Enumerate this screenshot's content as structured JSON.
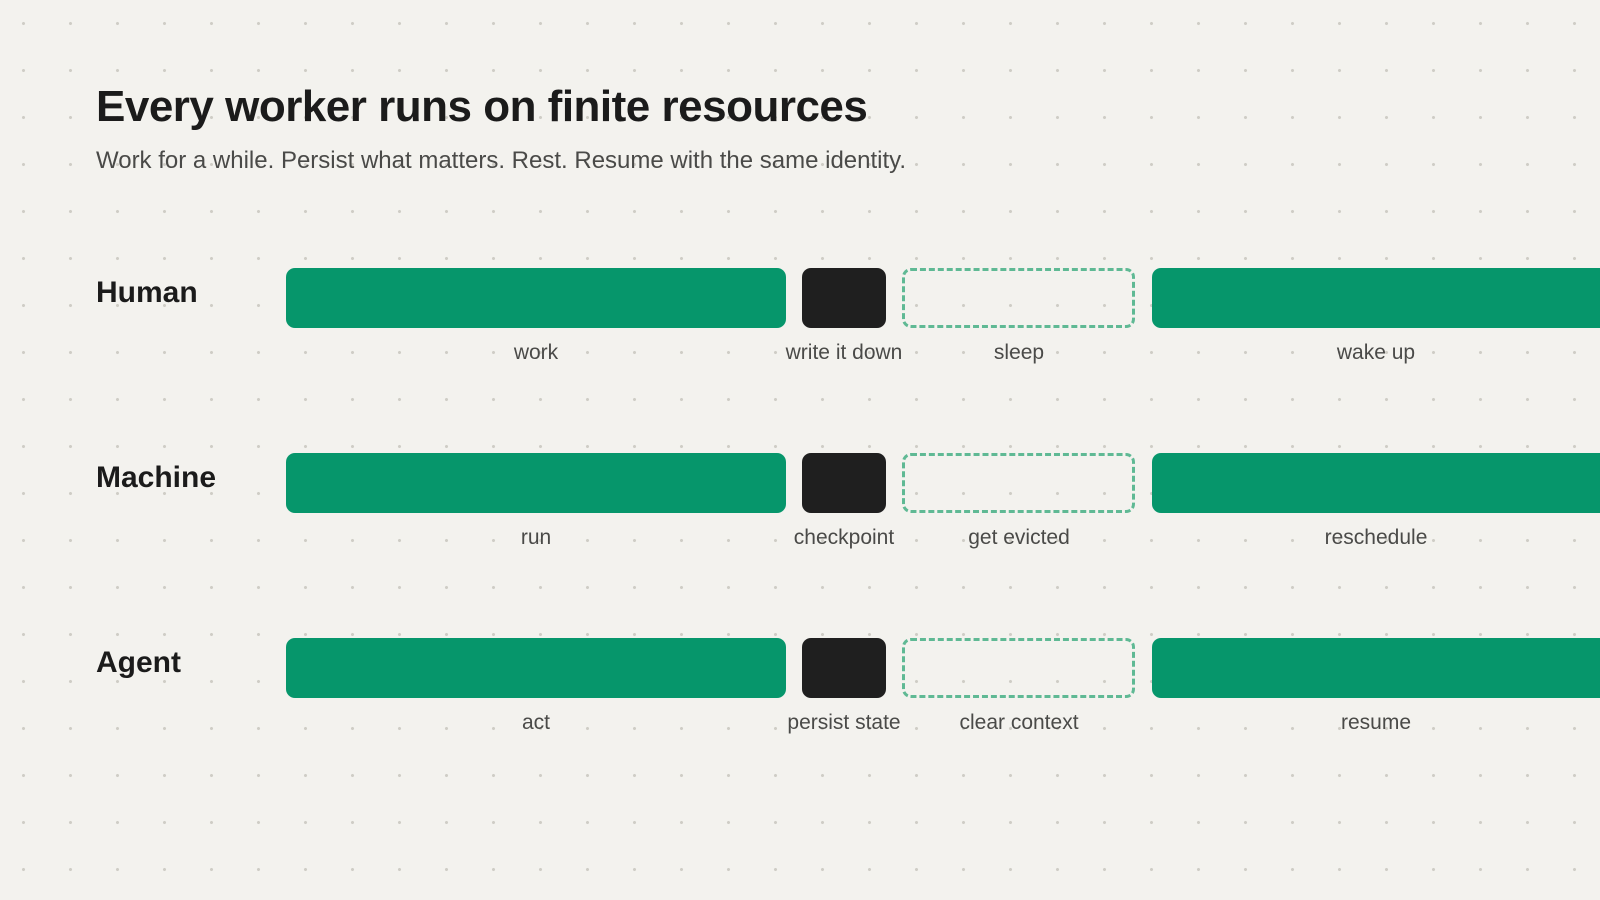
{
  "title": "Every worker runs on finite resources",
  "subtitle": "Work for a while. Persist what matters. Rest. Resume with the same identity.",
  "colors": {
    "active": "#06966b",
    "persist": "#1f1f1f",
    "rest_border": "#5fb994",
    "background": "#f3f2ee"
  },
  "rows": [
    {
      "label": "Human",
      "steps": [
        "work",
        "write it down",
        "sleep",
        "wake up"
      ]
    },
    {
      "label": "Machine",
      "steps": [
        "run",
        "checkpoint",
        "get evicted",
        "reschedule"
      ]
    },
    {
      "label": "Agent",
      "steps": [
        "act",
        "persist state",
        "clear context",
        "resume"
      ]
    }
  ]
}
